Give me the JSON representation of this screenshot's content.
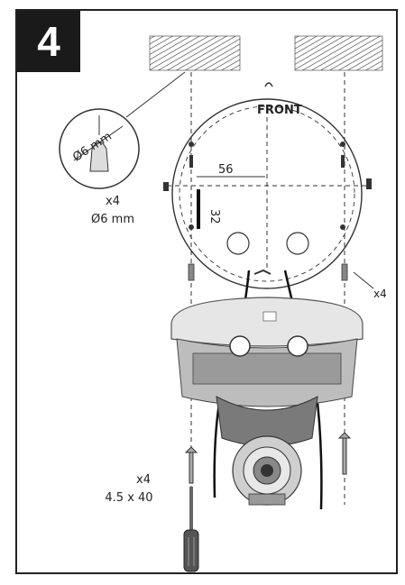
{
  "step": {
    "number": "4"
  },
  "labels": {
    "drill_diameter": "Ø6 mm",
    "drill_hole_qty": "x4",
    "drill_size": "Ø6 mm",
    "anchor_qty": "x4",
    "screw_qty": "x4",
    "screw_size": "4.5 x 40",
    "dim_horizontal": "56",
    "dim_vertical": "32",
    "template_front": "FRONT"
  },
  "icons": [
    "ceiling-hatch-icon",
    "drill-bit-icon",
    "screwdriver-icon",
    "screw-icon",
    "wall-anchor-icon",
    "camera-dome-icon"
  ],
  "colors": {
    "line": "#222222",
    "badge": "#1a1a1a",
    "housing": "#e6e6e6",
    "shadow": "#9a9a9a"
  }
}
